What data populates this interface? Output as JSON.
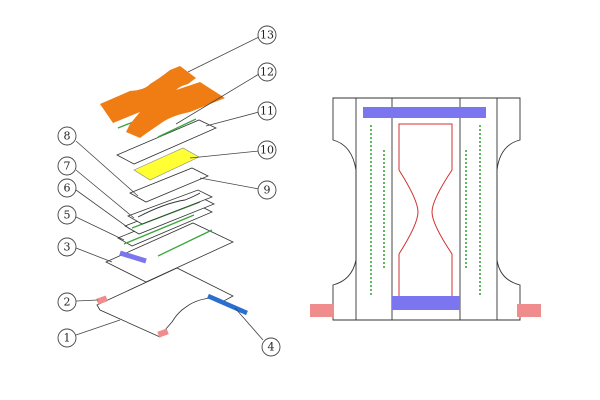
{
  "colors": {
    "top_sheet_orange": "#f07c14",
    "absorbent_yellow": "#ffff33",
    "elastic_green": "#3aa63a",
    "waist_blue": "#7b76f0",
    "tape_blue": "#2a6fd0",
    "tab_pink": "#f08c8c",
    "core_red": "#d03030"
  },
  "callouts": [
    {
      "id": 1,
      "label": "1"
    },
    {
      "id": 2,
      "label": "2"
    },
    {
      "id": 3,
      "label": "3"
    },
    {
      "id": 4,
      "label": "4"
    },
    {
      "id": 5,
      "label": "5"
    },
    {
      "id": 6,
      "label": "6"
    },
    {
      "id": 7,
      "label": "7"
    },
    {
      "id": 8,
      "label": "8"
    },
    {
      "id": 9,
      "label": "9"
    },
    {
      "id": 10,
      "label": "10"
    },
    {
      "id": 11,
      "label": "11"
    },
    {
      "id": 12,
      "label": "12"
    },
    {
      "id": 13,
      "label": "13"
    }
  ]
}
